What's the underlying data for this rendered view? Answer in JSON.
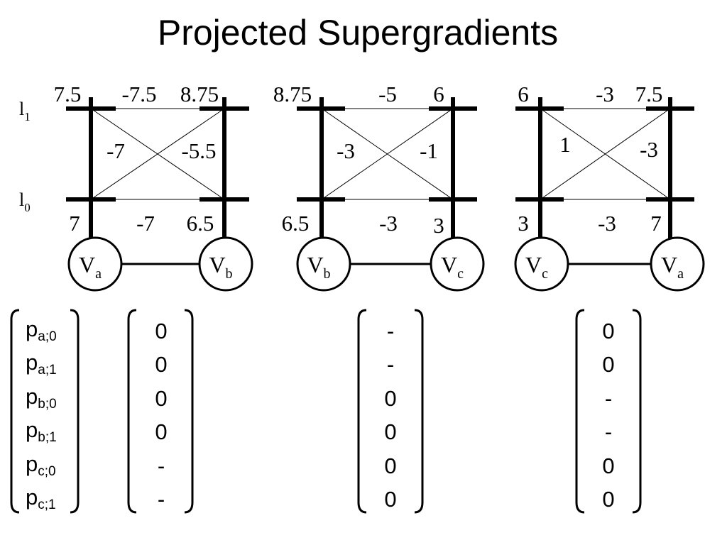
{
  "title": "Projected Supergradients",
  "row_labels": {
    "l1": {
      "base": "l",
      "sub": "1"
    },
    "l0": {
      "base": "l",
      "sub": "0"
    }
  },
  "panels": [
    {
      "node_left": {
        "base": "V",
        "sub": "a"
      },
      "node_right": {
        "base": "V",
        "sub": "b"
      },
      "top_left": "7.5",
      "top_mid": "-7.5",
      "top_right": "8.75",
      "diag_left": "-7",
      "diag_right": "-5.5",
      "bot_left": "7",
      "bot_mid": "-7",
      "bot_right": "6.5"
    },
    {
      "node_left": {
        "base": "V",
        "sub": "b"
      },
      "node_right": {
        "base": "V",
        "sub": "c"
      },
      "top_left": "8.75",
      "top_mid": "-5",
      "top_right": "6",
      "diag_left": "-3",
      "diag_right": "-1",
      "bot_left": "6.5",
      "bot_mid": "-3",
      "bot_right": "3"
    },
    {
      "node_left": {
        "base": "V",
        "sub": "c"
      },
      "node_right": {
        "base": "V",
        "sub": "a"
      },
      "top_left": "6",
      "top_mid": "-3",
      "top_right": "7.5",
      "diag_left": "1",
      "diag_right": "-3",
      "bot_left": "3",
      "bot_mid": "-3",
      "bot_right": "7"
    }
  ],
  "vector_labels": [
    {
      "base": "p",
      "sub": "a;0"
    },
    {
      "base": "p",
      "sub": "a;1"
    },
    {
      "base": "p",
      "sub": "b;0"
    },
    {
      "base": "p",
      "sub": "b;1"
    },
    {
      "base": "p",
      "sub": "c;0"
    },
    {
      "base": "p",
      "sub": "c;1"
    }
  ],
  "vectors": [
    [
      "0",
      "0",
      "0",
      "0",
      "-",
      "-"
    ],
    [
      "-",
      "-",
      "0",
      "0",
      "0",
      "0"
    ],
    [
      "0",
      "0",
      "-",
      "-",
      "0",
      "0"
    ]
  ]
}
